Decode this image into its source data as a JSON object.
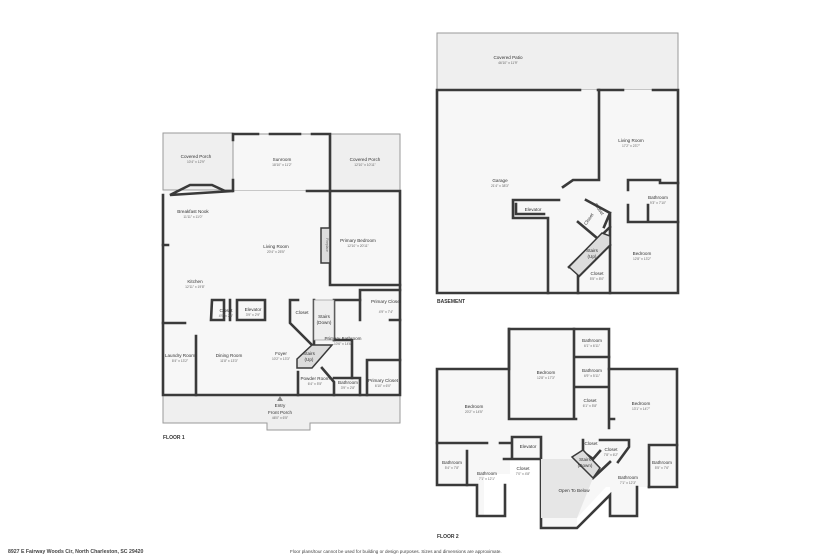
{
  "floor1": {
    "label": "FLOOR 1",
    "rooms": [
      {
        "name": "Covered Porch",
        "dim": "10'4\" x 12'9\""
      },
      {
        "name": "Sunroom",
        "dim": "18'10\" x 11'2\""
      },
      {
        "name": "Covered Porch",
        "dim": "12'10\" x 10'11\""
      },
      {
        "name": "Breakfast Nook",
        "dim": "11'11\" x 11'0\""
      },
      {
        "name": "Living Room",
        "dim": "20'4\" x 25'5\""
      },
      {
        "name": "Primary Bedroom",
        "dim": "12'10\" x 20'11\""
      },
      {
        "name": "Kitchen",
        "dim": "12'11\" x 19'8\""
      },
      {
        "name": "Closet",
        "dim": "4'9\" x 2'8\""
      },
      {
        "name": "Elevator",
        "dim": "3'9\" x 2'9\""
      },
      {
        "name": "Closet",
        "dim": ""
      },
      {
        "name": "Stairs",
        "dim": "(Down)"
      },
      {
        "name": "Primary Closet",
        "dim": "4'9\" x 7'4\""
      },
      {
        "name": "Primary Bathroom",
        "dim": "10'6\" x 14'6\""
      },
      {
        "name": "Laundry Room",
        "dim": "8'4\" x 13'2\""
      },
      {
        "name": "Dining Room",
        "dim": "11'8\" x 13'3\""
      },
      {
        "name": "Foyer",
        "dim": "10'2\" x 13'3\""
      },
      {
        "name": "Stairs",
        "dim": "(Up)"
      },
      {
        "name": "Powder Room",
        "dim": "6'4\" x 5'5\""
      },
      {
        "name": "Bathroom",
        "dim": "3'9\" x 2'8\""
      },
      {
        "name": "Primary Closet",
        "dim": "6'10\" x 6'0\""
      },
      {
        "name": "Entry",
        "dim": ""
      },
      {
        "name": "Front Porch",
        "dim": "46'0\" x 6'5\""
      }
    ],
    "fireplace": "Fireplace"
  },
  "basement": {
    "label": "BASEMENT",
    "rooms": [
      {
        "name": "Covered Patio",
        "dim": "46'10\" x 11'9\""
      },
      {
        "name": "Garage",
        "dim": "21'4\" x 38'3\""
      },
      {
        "name": "Living Room",
        "dim": "17'2\" x 23'7\""
      },
      {
        "name": "Bathroom",
        "dim": "9'3\" x 7'10\""
      },
      {
        "name": "Elevator",
        "dim": ""
      },
      {
        "name": "Stairs",
        "dim": "(Up)"
      },
      {
        "name": "Closet",
        "dim": "5'5\" x 8'0\""
      },
      {
        "name": "Bedroom",
        "dim": "12'8\" x 13'2\""
      }
    ],
    "rotated_closets": [
      "Closet",
      "Closet"
    ]
  },
  "floor2": {
    "label": "FLOOR 2",
    "rooms": [
      {
        "name": "Bedroom",
        "dim": "20'2\" x 14'5\""
      },
      {
        "name": "Bedroom",
        "dim": "12'8\" x 17'3\""
      },
      {
        "name": "Bathroom",
        "dim": "6'1\" x 6'11\""
      },
      {
        "name": "Bathroom",
        "dim": "6'9\" x 5'11\""
      },
      {
        "name": "Closet",
        "dim": "6'1\" x 5'8\""
      },
      {
        "name": "Bedroom",
        "dim": "13'1\" x 14'7\""
      },
      {
        "name": "Elevator",
        "dim": ""
      },
      {
        "name": "Closet",
        "dim": ""
      },
      {
        "name": "Closet",
        "dim": "7'8\" x 6'2\""
      },
      {
        "name": "Stairs",
        "dim": "(Down)"
      },
      {
        "name": "Bathroom",
        "dim": "5'4\" x 7'8\""
      },
      {
        "name": "Bathroom",
        "dim": "7'1\" x 12'1\""
      },
      {
        "name": "Closet",
        "dim": "7'0\" x 4'8\""
      },
      {
        "name": "Open To Below",
        "dim": ""
      },
      {
        "name": "Bathroom",
        "dim": "7'1\" x 12'3\""
      },
      {
        "name": "Bathroom",
        "dim": "5'5\" x 7'6\""
      }
    ]
  },
  "footer": {
    "address": "8927 E Fairway Woods Cir, North Charleston, SC 29420",
    "disclaimer": "Floor plans/tour cannot be used for building or design purposes. Sizes and dimensions are approximate."
  }
}
